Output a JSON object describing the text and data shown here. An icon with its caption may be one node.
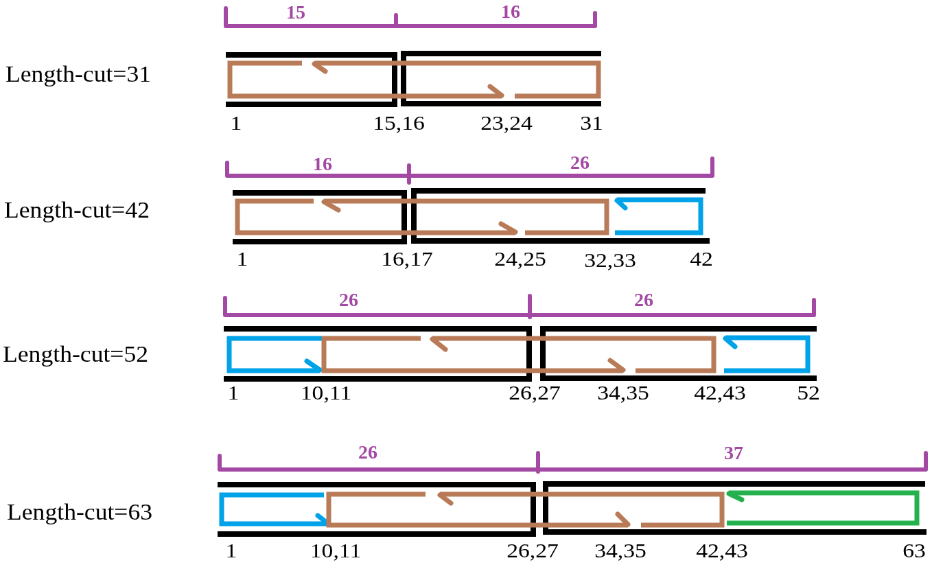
{
  "diagram": {
    "labels": [
      "15",
      "16",
      "Length-cut=31",
      "1",
      "15,16",
      "23,24",
      "31",
      "16",
      "26",
      "Length-cut=42",
      "1",
      "16,17",
      "24,25",
      "32,33",
      "42",
      "26",
      "26",
      "Length-cut=52",
      "1",
      "10,11",
      "26,27",
      "34,35",
      "42,43",
      "52",
      "26",
      "37",
      "Length-cut=63",
      "1",
      "10,11",
      "26,27",
      "34,35",
      "42,43",
      "63"
    ]
  }
}
